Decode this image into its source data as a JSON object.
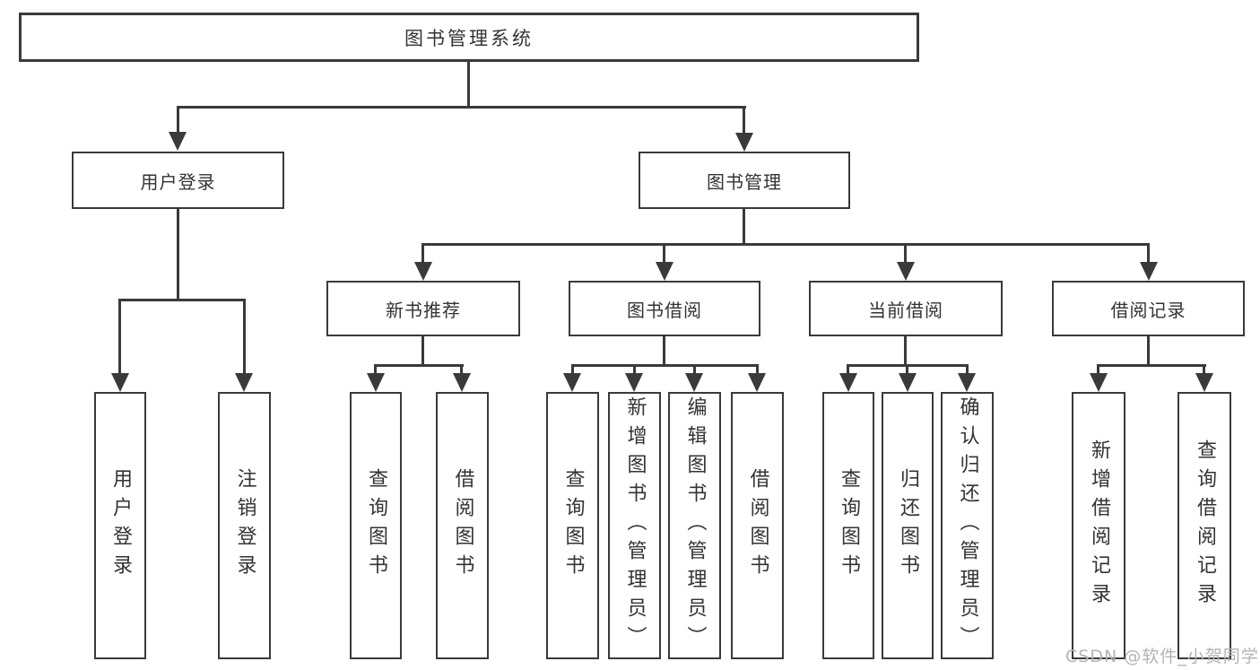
{
  "colors": {
    "line": "#3a3a3a",
    "text": "#333333",
    "bg": "#ffffff",
    "watermark": "#b3b3b3"
  },
  "root": {
    "label": "图书管理系统"
  },
  "level2": {
    "user_login": {
      "label": "用户登录"
    },
    "book_mgmt": {
      "label": "图书管理"
    }
  },
  "level3": {
    "recommend": {
      "label": "新书推荐"
    },
    "borrow": {
      "label": "图书借阅"
    },
    "current": {
      "label": "当前借阅"
    },
    "records": {
      "label": "借阅记录"
    }
  },
  "leaves": {
    "user_login_children": [
      {
        "label": "用户登录"
      },
      {
        "label": "注销登录"
      }
    ],
    "recommend_children": [
      {
        "label": "查询图书"
      },
      {
        "label": "借阅图书"
      }
    ],
    "borrow_children": [
      {
        "label": "查询图书"
      },
      {
        "label": "新增图书（管理员）"
      },
      {
        "label": "编辑图书（管理员）"
      },
      {
        "label": "借阅图书"
      }
    ],
    "current_children": [
      {
        "label": "查询图书"
      },
      {
        "label": "归还图书"
      },
      {
        "label": "确认归还（管理员）"
      }
    ],
    "records_children": [
      {
        "label": "新增借阅记录"
      },
      {
        "label": "查询借阅记录"
      }
    ]
  },
  "watermark": {
    "text": "CSDN @软件_小贺同学"
  }
}
